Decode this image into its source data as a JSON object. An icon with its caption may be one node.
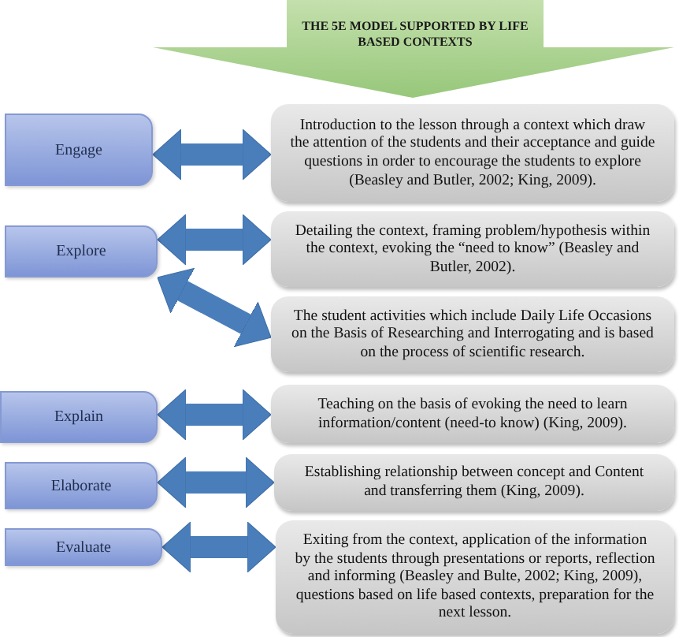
{
  "diagram": {
    "nodes": [
      {
        "text": [
          "THE 5E MODEL SUPPORTED BY LIFE BASED CONTEXTS"
        ]
      },
      {
        "text": [
          "Engage"
        ]
      },
      {
        "text": [
          "Introduction to the lesson through a context which draw the attention of the students and their acceptance and guide questions in order to encourage the students to explore (Beasley and Butler, 2002; King, 2009)."
        ]
      },
      {
        "text": [
          "Explore"
        ]
      },
      {
        "text": [
          "Detailing the context, framing problem/hypothesis within the context, evoking the “need to know” (Beasley and Butler, 2002)."
        ]
      },
      {
        "text": [
          "The student activities which include Daily Life Occasions on the Basis of Researching and Interrogating and is based on the process of scientific research."
        ]
      },
      {
        "text": [
          "Explain"
        ]
      },
      {
        "text": [
          "Teaching on the basis of evoking the need to learn information/content (need-to know) (King, 2009)."
        ]
      },
      {
        "text": [
          "Elaborate"
        ]
      },
      {
        "text": [
          "Establishing relationship between concept and Content and transferring them (King, 2009)."
        ]
      },
      {
        "text": [
          "Evaluate"
        ]
      },
      {
        "text": [
          "Exiting from the context, application of the information by the students through presentations or reports, reflection and informing (Beasley and Bulte, 2002; King, 2009), questions based on life based contexts, preparation for the next lesson."
        ]
      }
    ],
    "edges": [
      {
        "from": 1,
        "to": 2,
        "arrow": "both"
      },
      {
        "from": 3,
        "to": 4,
        "arrow": "both"
      },
      {
        "from": 3,
        "to": 5,
        "arrow": "both"
      },
      {
        "from": 6,
        "to": 7,
        "arrow": "both"
      },
      {
        "from": 8,
        "to": 9,
        "arrow": "both"
      },
      {
        "from": 10,
        "to": 11,
        "arrow": "both"
      }
    ]
  }
}
